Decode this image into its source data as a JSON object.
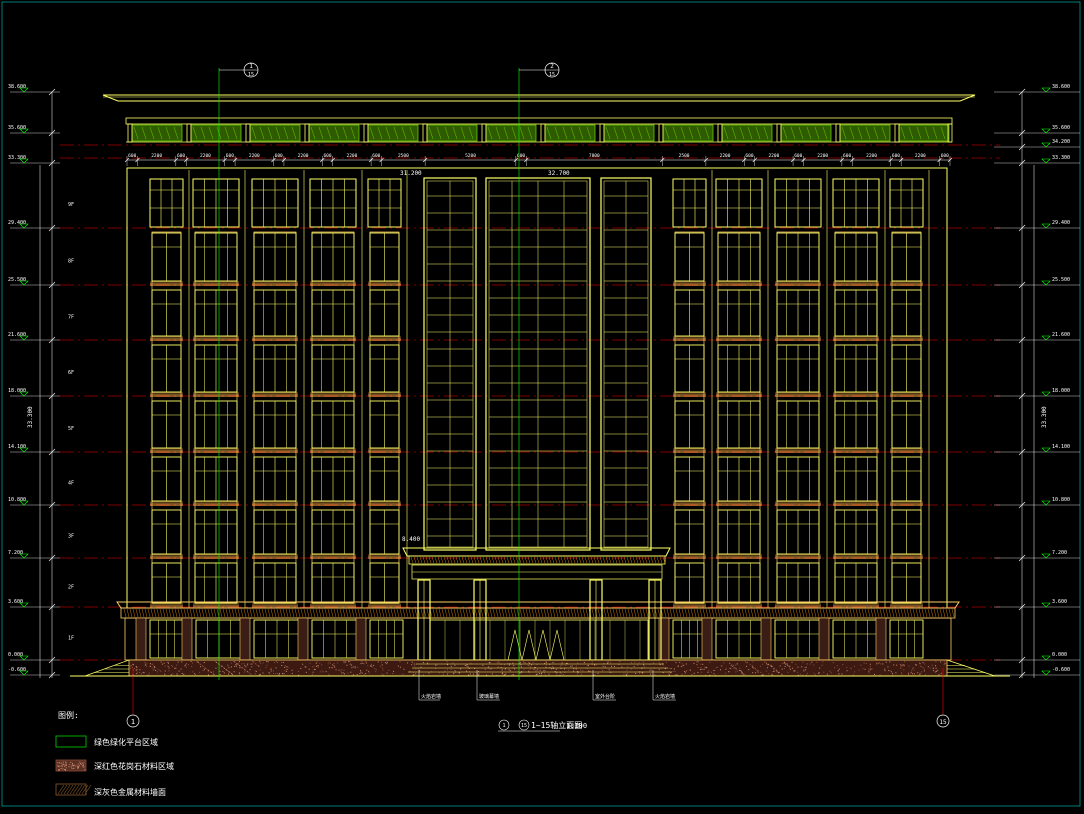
{
  "drawing": {
    "title": "1~15轴立面图",
    "scale": "1:100",
    "grid_left": "1",
    "grid_right": "15",
    "title_grid_start": "1",
    "title_grid_end": "15"
  },
  "callouts": [
    {
      "top": "1",
      "bottom": "15"
    },
    {
      "top": "2",
      "bottom": "15"
    }
  ],
  "left_levels": [
    "38.600",
    "35.600",
    "33.300",
    "29.400",
    "25.500",
    "21.600",
    "18.000",
    "14.100",
    "10.800",
    "7.200",
    "3.600",
    "0.000",
    "-0.600"
  ],
  "right_levels": [
    "38.600",
    "35.600",
    "34.200",
    "33.300",
    "29.400",
    "25.500",
    "21.600",
    "18.000",
    "14.100",
    "10.800",
    "7.200",
    "3.600",
    "0.000",
    "-0.600"
  ],
  "floor_labels": [
    "9F",
    "8F",
    "7F",
    "6F",
    "5F",
    "4F",
    "3F",
    "2F",
    "1F"
  ],
  "total_height": "33.300",
  "center_top_level": "32.700",
  "roof_level_label": "31.200",
  "canopy_level_label": "8.400",
  "top_dims": [
    "600",
    "2200",
    "600",
    "2200",
    "600",
    "2200",
    "600",
    "2200",
    "600",
    "2200",
    "600",
    "2500",
    "5200",
    "600",
    "7800",
    "2500",
    "2200",
    "600",
    "2200",
    "600",
    "2200",
    "600",
    "2200",
    "600",
    "2200",
    "600"
  ],
  "bottom_notes": [
    "火焰岩墙",
    "玻璃幕墙",
    "室外台阶",
    "火焰岩墙"
  ],
  "legend": {
    "heading": "图例:",
    "items": [
      {
        "label": "绿色绿化平台区域",
        "color": "#00aa00"
      },
      {
        "label": "深红色花岗石材料区域",
        "color": "#8b4a3a"
      },
      {
        "label": "深灰色金属材料墙面",
        "color": "#8b5a2b"
      }
    ]
  },
  "colors": {
    "facade": "#ffff66",
    "column": "#ffcc66",
    "red_line": "#ff0000",
    "dim": "#ffffff",
    "green": "#66cc00",
    "granite": "#7a3a2a",
    "annotation": "#00ff00"
  }
}
